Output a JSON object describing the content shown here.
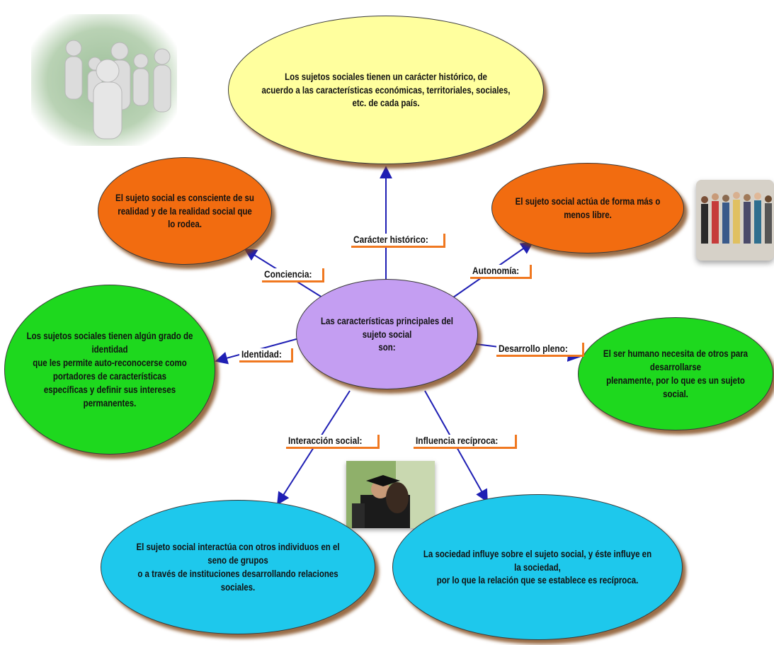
{
  "nodes": {
    "center": "Las características principales del sujeto social\nson:",
    "historico": "Los sujetos sociales tienen un carácter histórico, de\nacuerdo a las características económicas, territoriales, sociales, etc. de cada país.",
    "conciencia": "El sujeto social es consciente de su\nrealidad y de la realidad social que lo rodea.",
    "autonomia": "El sujeto social actúa de forma más o menos libre.",
    "identidad": "Los sujetos sociales tienen algún grado de identidad\nque les permite auto-reconocerse como\nportadores de características\nespecíficas y definir sus intereses permanentes.",
    "desarrollo": "El ser humano necesita de otros para desarrollarse\nplenamente, por lo que es un sujeto social.",
    "interaccion": "El sujeto social interactúa con otros individuos en el seno de grupos\no a través de instituciones desarrollando relaciones sociales.",
    "influencia": "La sociedad influye sobre el sujeto social, y éste influye en la sociedad,\npor lo que la relación que se establece es recíproca."
  },
  "labels": {
    "historico": "Carácter histórico:",
    "conciencia": "Conciencia:",
    "autonomia": "Autonomía:",
    "identidad": "Identidad:",
    "desarrollo": "Desarrollo pleno:",
    "interaccion": "Interacción social:",
    "influencia": "Influencia recíproca:"
  },
  "colors": {
    "arrow": "#1f1fb4",
    "label_accent": "#f07820",
    "yellow": "#ffff9e",
    "orange": "#f26c10",
    "green": "#1ed81e",
    "blue": "#1ec8ec",
    "purple": "#c49ef2"
  }
}
